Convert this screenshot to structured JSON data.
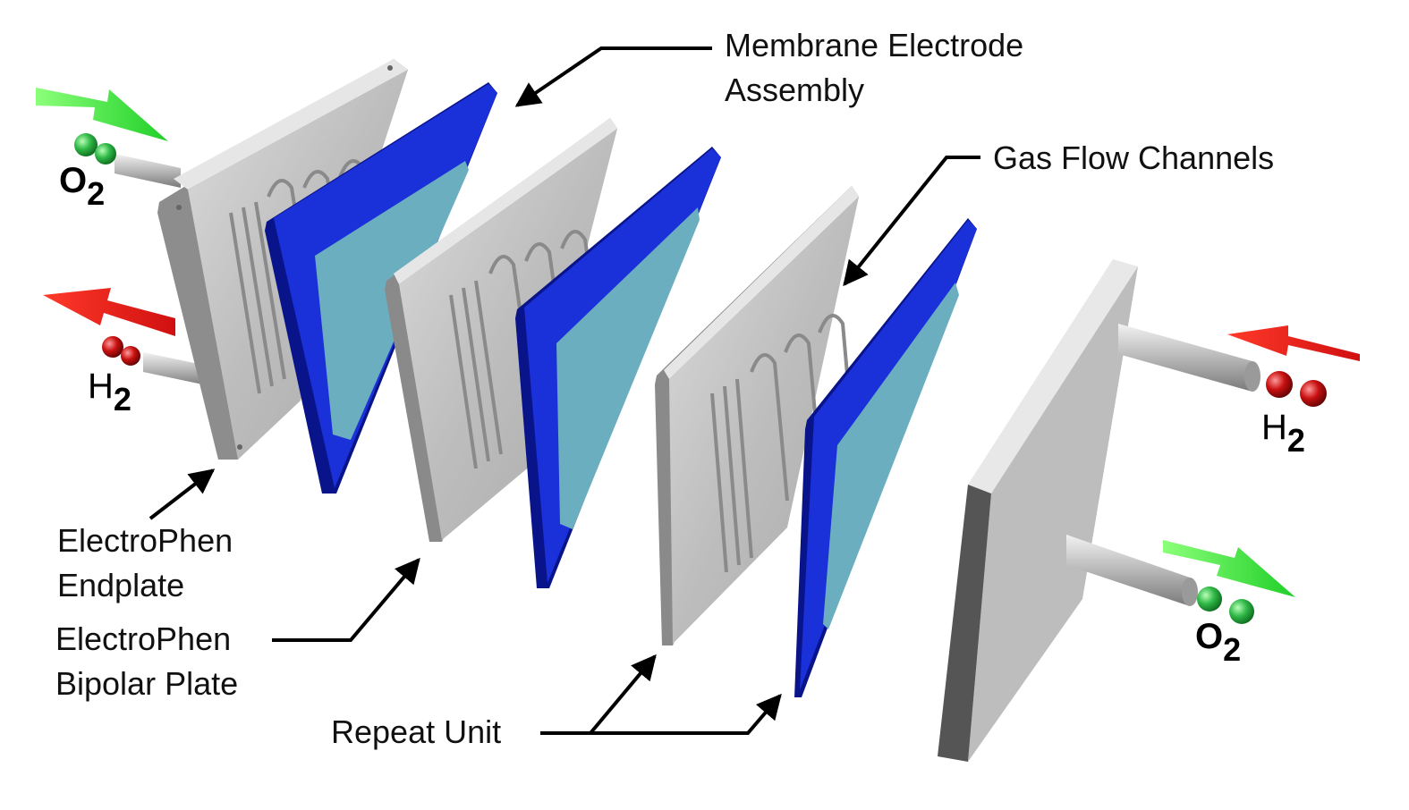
{
  "labels": {
    "mea_line1": "Membrane Electrode",
    "mea_line2": "Assembly",
    "gas_flow": "Gas Flow Channels",
    "endplate_line1": "ElectroPhen",
    "endplate_line2": "Endplate",
    "bipolar_line1": "ElectroPhen",
    "bipolar_line2": "Bipolar Plate",
    "repeat_unit": "Repeat Unit"
  },
  "gases": {
    "o2_left": {
      "symbol": "O",
      "sub": "2"
    },
    "h2_left": {
      "symbol": "H",
      "sub": "2"
    },
    "h2_right": {
      "symbol": "H",
      "sub": "2"
    },
    "o2_right": {
      "symbol": "O",
      "sub": "2"
    }
  },
  "colors": {
    "plate": "#c4c4c4",
    "plate_edge": "#8e8e8e",
    "membrane_frame": "#1428c8",
    "membrane_center": "#6aaec0",
    "oxygen_arrow": "#3ee43a",
    "hydrogen_arrow": "#f0201c",
    "oxygen_ball": "#2fb846",
    "hydrogen_ball": "#c81010"
  }
}
